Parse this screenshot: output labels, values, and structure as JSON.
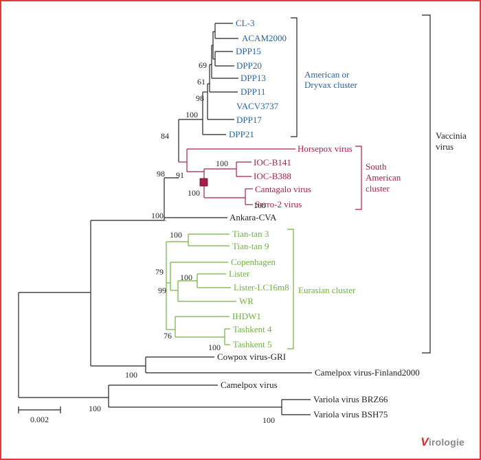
{
  "colors": {
    "american": "#2563a3",
    "south": "#a61e4d",
    "eurasian": "#6fb23d",
    "black": "#222222",
    "frame": "#e23a3a"
  },
  "leaves": {
    "cl3": "CL-3",
    "acam2000": "ACAM2000",
    "dpp15": "DPP15",
    "dpp20": "DPP20",
    "dpp13": "DPP13",
    "dpp11": "DPP11",
    "vacv3737": "VACV3737",
    "dpp17": "DPP17",
    "dpp21": "DPP21",
    "horsepox": "Horsepox virus",
    "iocb141": "IOC-B141",
    "iocb388": "IOC-B388",
    "cantagalo": "Cantagalo virus",
    "serro2": "Serro-2 virus",
    "ankara": "Ankara-CVA",
    "tiantan3": "Tian-tan 3",
    "tiantan9": "Tian-tan 9",
    "copenhagen": "Copenhagen",
    "lister": "Lister",
    "listerlc": "Lister-LC16m8",
    "wr": "WR",
    "ihdw1": "IHDW1",
    "tashkent4": "Tashkent 4",
    "tashkent5": "Tashkent 5",
    "cowpox": "Cowpox virus-GRI",
    "camelfin": "Camelpox virus-Finland2000",
    "camelpox": "Camelpox virus",
    "variolabrz": "Variola virus BRZ66",
    "variolabsh": "Variola virus BSH75"
  },
  "bootstrap": {
    "b69": "69",
    "b61": "61",
    "b98a": "98",
    "b100a": "100",
    "b84": "84",
    "b98b": "98",
    "b91": "91",
    "b100iocb": "100",
    "b100sa": "100",
    "b100serro": "100",
    "b100vacc": "100",
    "b100tian": "100",
    "b79": "79",
    "b100lister": "100",
    "b99": "99",
    "b76": "76",
    "b100tash": "100",
    "b100cow": "100",
    "b100camel": "100",
    "b100variola": "100"
  },
  "clusters": {
    "american_line1": "American or",
    "american_line2": "Dryvax cluster",
    "south_line1": "South",
    "south_line2": "American",
    "south_line3": "cluster",
    "eurasian": "Eurasian cluster",
    "vaccinia_line1": "Vaccinia",
    "vaccinia_line2": "virus"
  },
  "scale_bar": {
    "label": "0.002"
  },
  "logo": {
    "initial": "V",
    "rest": "irologie"
  }
}
